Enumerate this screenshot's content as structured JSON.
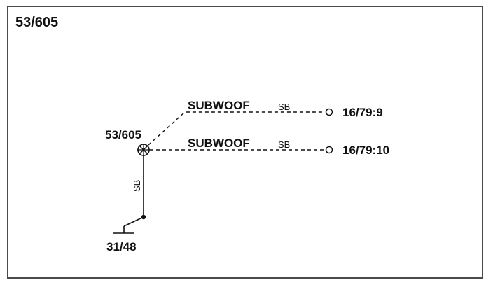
{
  "diagram": {
    "title": "53/605",
    "component_label": "53/605",
    "wires": [
      {
        "label": "SUBWOOF",
        "color_code": "SB",
        "terminal": "16/79:9"
      },
      {
        "label": "SUBWOOF",
        "color_code": "SB",
        "terminal": "16/79:10"
      }
    ],
    "ground_wire_color": "SB",
    "ground_label": "31/48"
  },
  "colors": {
    "line": "#111111",
    "frame": "#4a4a4a"
  }
}
